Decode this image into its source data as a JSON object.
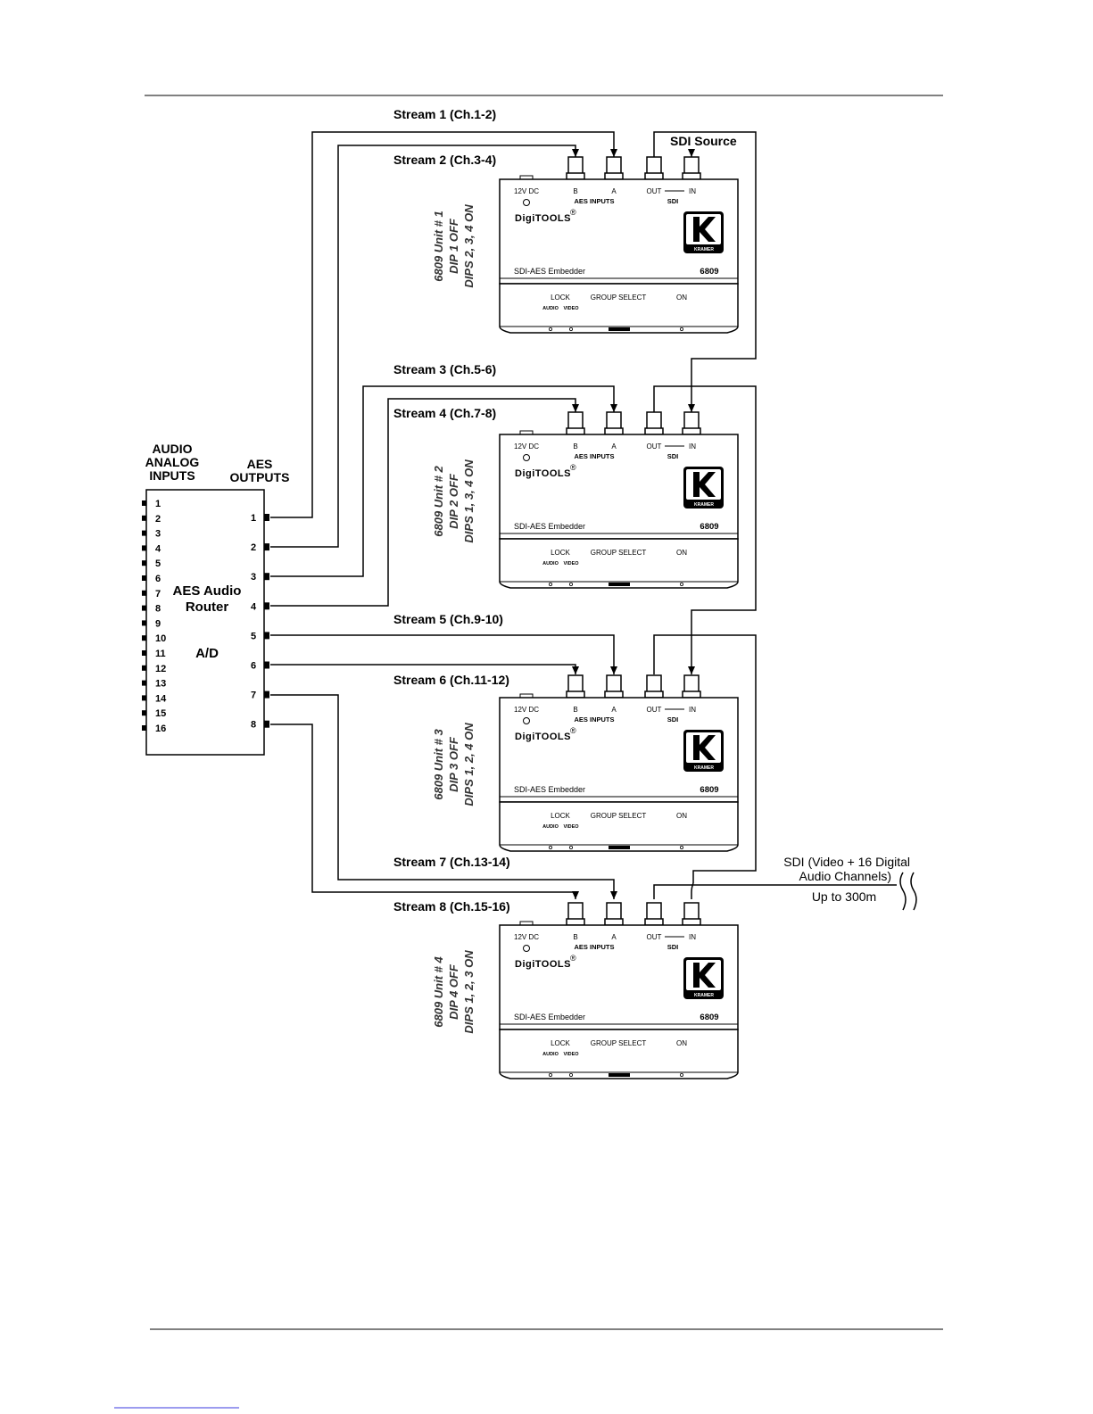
{
  "router": {
    "title_line1": "AES Audio",
    "title_line2": "Router",
    "subtitle": "A/D",
    "inputs_header": [
      "AUDIO",
      "ANALOG",
      "INPUTS"
    ],
    "outputs_header": [
      "AES",
      "OUTPUTS"
    ],
    "input_numbers": [
      "1",
      "2",
      "3",
      "4",
      "5",
      "6",
      "7",
      "8",
      "9",
      "10",
      "11",
      "12",
      "13",
      "14",
      "15",
      "16"
    ],
    "output_numbers": [
      "1",
      "2",
      "3",
      "4",
      "5",
      "6",
      "7",
      "8"
    ]
  },
  "streams": [
    "Stream 1 (Ch.1-2)",
    "Stream 2 (Ch.3-4)",
    "Stream 3 (Ch.5-6)",
    "Stream 4 (Ch.7-8)",
    "Stream 5 (Ch.9-10)",
    "Stream 6 (Ch.11-12)",
    "Stream 7 (Ch.13-14)",
    "Stream 8 (Ch.15-16)"
  ],
  "sdi_source_label": "SDI Source",
  "sdi_output": {
    "line1": "SDI (Video + 16 Digital",
    "line2": "Audio Channels)",
    "line3": "Up to 300m"
  },
  "device_labels": {
    "power": "12V DC",
    "input_b": "B",
    "input_a": "A",
    "out": "OUT",
    "in": "IN",
    "aes_inputs": "AES INPUTS",
    "sdi": "SDI",
    "brand": "DigiTOOLS",
    "registered": "®",
    "product_name": "SDI-AES Embedder",
    "model": "6809",
    "lock": "LOCK",
    "audio": "AUDIO",
    "video": "VIDEO",
    "group_select": "GROUP SELECT",
    "on": "ON",
    "logo_text": "KRAMER"
  },
  "units": [
    {
      "line1": "6809 Unit # 1",
      "line2": "DIP 1 OFF",
      "line3": "DIPS 2, 3, 4 ON"
    },
    {
      "line1": "6809 Unit # 2",
      "line2": "DIP 2 OFF",
      "line3": "DIPS 1, 3, 4 ON"
    },
    {
      "line1": "6809 Unit # 3",
      "line2": "DIP 3 OFF",
      "line3": "DIPS 1, 2, 4 ON"
    },
    {
      "line1": "6809 Unit # 4",
      "line2": "DIP 4 OFF",
      "line3": "DIPS 1, 2, 3 ON"
    }
  ]
}
